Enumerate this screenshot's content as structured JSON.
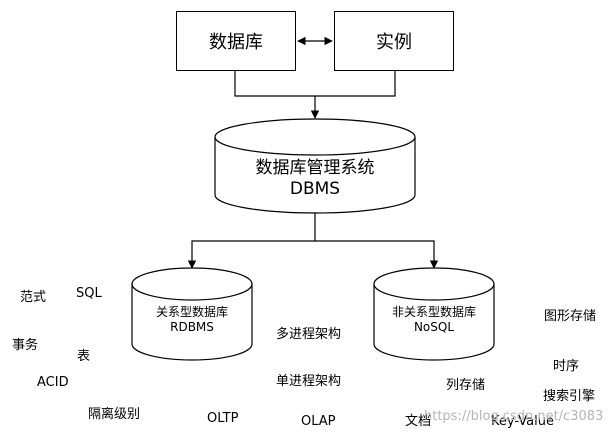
{
  "nodes": {
    "database": "数据库",
    "instance": "实例",
    "dbms_line1": "数据库管理系统",
    "dbms_line2": "DBMS",
    "rdbms_line1": "关系型数据库",
    "rdbms_line2": "RDBMS",
    "nosql_line1": "非关系型数据库",
    "nosql_line2": "NoSQL"
  },
  "labels": {
    "fanshi": "范式",
    "sql": "SQL",
    "shiwu": "事务",
    "biao": "表",
    "acid": "ACID",
    "isolation": "隔离级别",
    "oltp": "OLTP",
    "multi_process": "多进程架构",
    "single_process": "单进程架构",
    "olap": "OLAP",
    "document": "文档",
    "column_store": "列存储",
    "key_value": "Key-Value",
    "graph_store": "图形存储",
    "timeseries": "时序",
    "search_engine": "搜索引擎"
  },
  "watermark": "https://blog.csdn.net/c3083"
}
